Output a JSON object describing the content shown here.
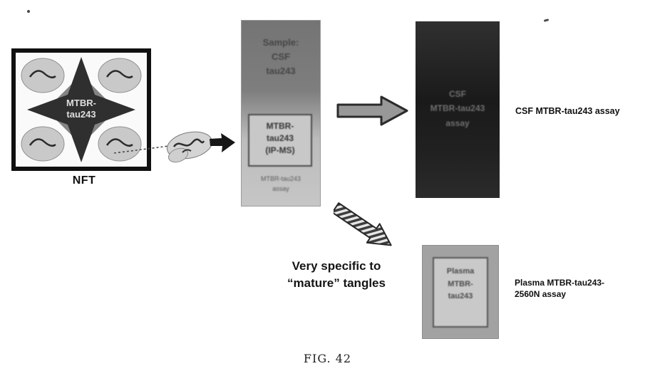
{
  "nft": {
    "label": "NFT",
    "core_line1": "MTBR-",
    "core_line2": "tau243"
  },
  "center_panel": {
    "top_line1": "Sample:",
    "top_line2": "CSF",
    "top_line3": "tau243",
    "box_line1": "MTBR-",
    "box_line2": "tau243",
    "box_line3": "(IP-MS)",
    "foot_line1": "MTBR-tau243",
    "foot_line2": "assay"
  },
  "right_panel": {
    "line1": "CSF",
    "line2": "MTBR-tau243",
    "line3": "assay"
  },
  "bottom_panel": {
    "line1": "Plasma",
    "line2": "MTBR-",
    "line3": "tau243"
  },
  "annotations": {
    "csf_assay_label": "CSF MTBR-tau243 assay",
    "plasma_assay_line1": "Plasma MTBR-tau243-",
    "plasma_assay_line2": "2560N assay",
    "very_specific_line1": "Very specific to",
    "very_specific_line2": "“mature” tangles"
  },
  "caption": "FIG. 42"
}
